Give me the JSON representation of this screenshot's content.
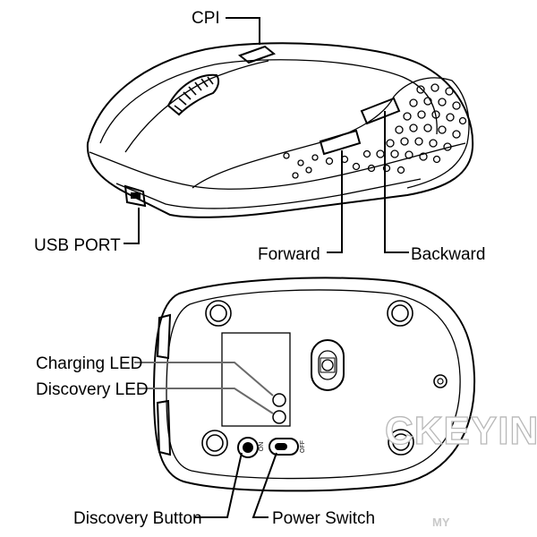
{
  "labels": {
    "cpi": "CPI",
    "usb_port": "USB PORT",
    "forward": "Forward",
    "backward": "Backward",
    "charging_led": "Charging LED",
    "discovery_led": "Discovery LED",
    "discovery_button": "Discovery Button",
    "power_switch": "Power Switch"
  },
  "switch_marks": {
    "on": "ON",
    "off": "OFF"
  },
  "watermark": {
    "main": "CKEYIN",
    "corner": "MY"
  }
}
